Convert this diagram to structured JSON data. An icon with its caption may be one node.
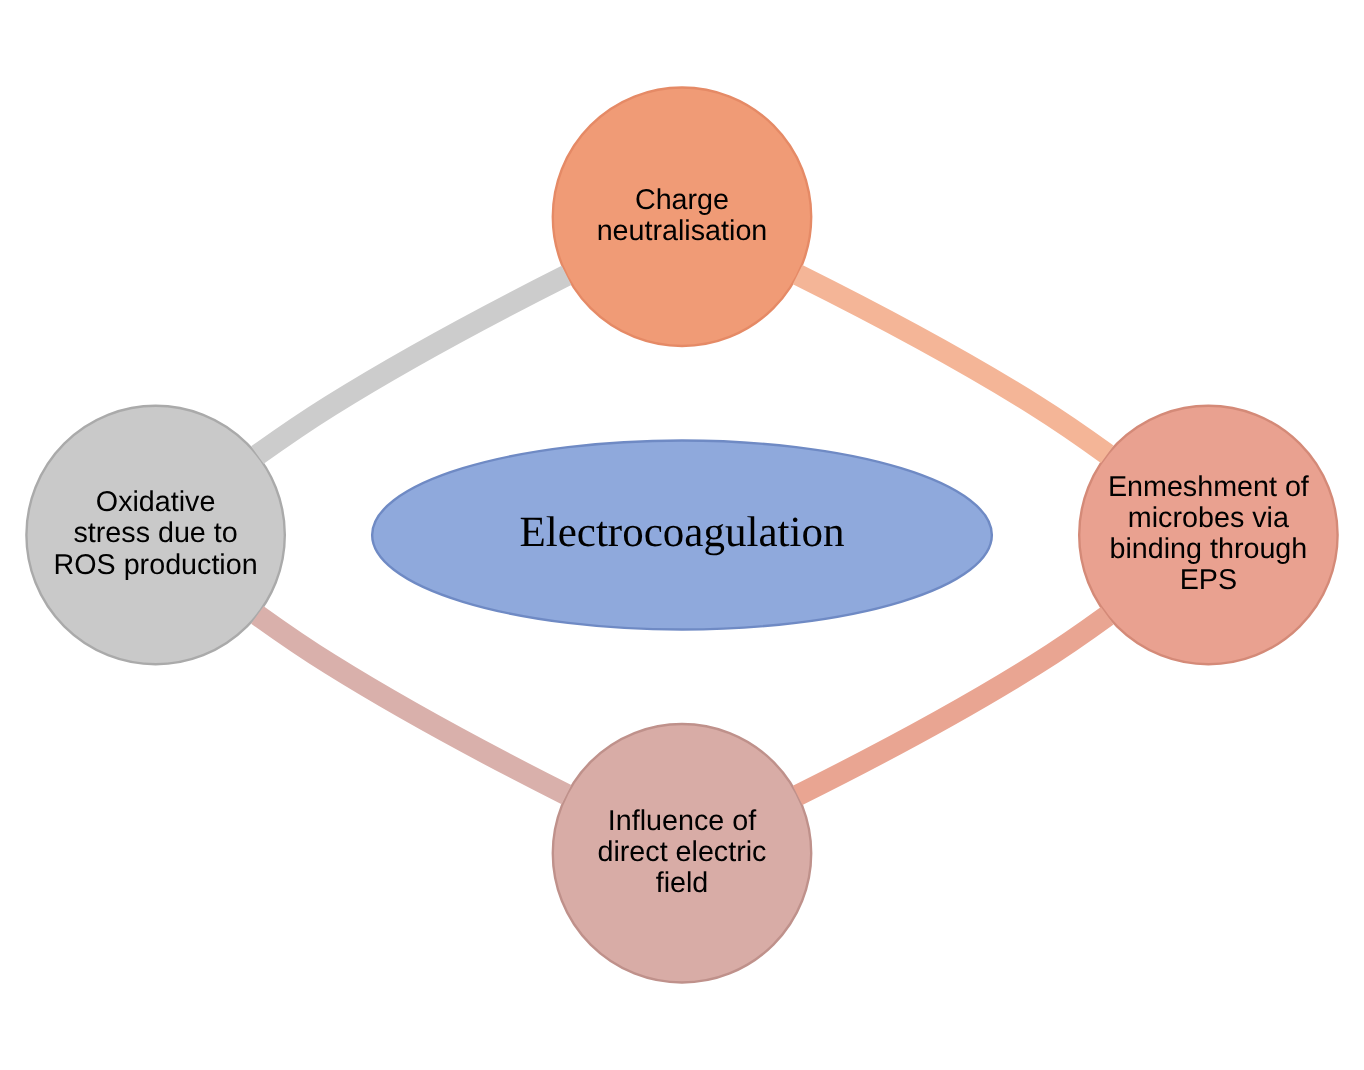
{
  "diagram": {
    "nodes": [
      {
        "text": [
          "Charge neutralisation"
        ]
      },
      {
        "text": [
          "Oxidative stress due to ROS production"
        ]
      },
      {
        "text": [
          "Electrocoagulation"
        ]
      },
      {
        "text": [
          "Enmeshment of microbes via binding through EPS"
        ]
      },
      {
        "text": [
          "Influence of direct electric field"
        ]
      }
    ],
    "edges": [
      {
        "from": 0,
        "to": 3,
        "arrow": "none",
        "color": "#f4b597"
      },
      {
        "from": 3,
        "to": 4,
        "arrow": "none",
        "color": "#e9a592"
      },
      {
        "from": 4,
        "to": 1,
        "arrow": "none",
        "color": "#d9b0ab"
      },
      {
        "from": 1,
        "to": 0,
        "arrow": "none",
        "color": "#cccccc"
      }
    ]
  }
}
